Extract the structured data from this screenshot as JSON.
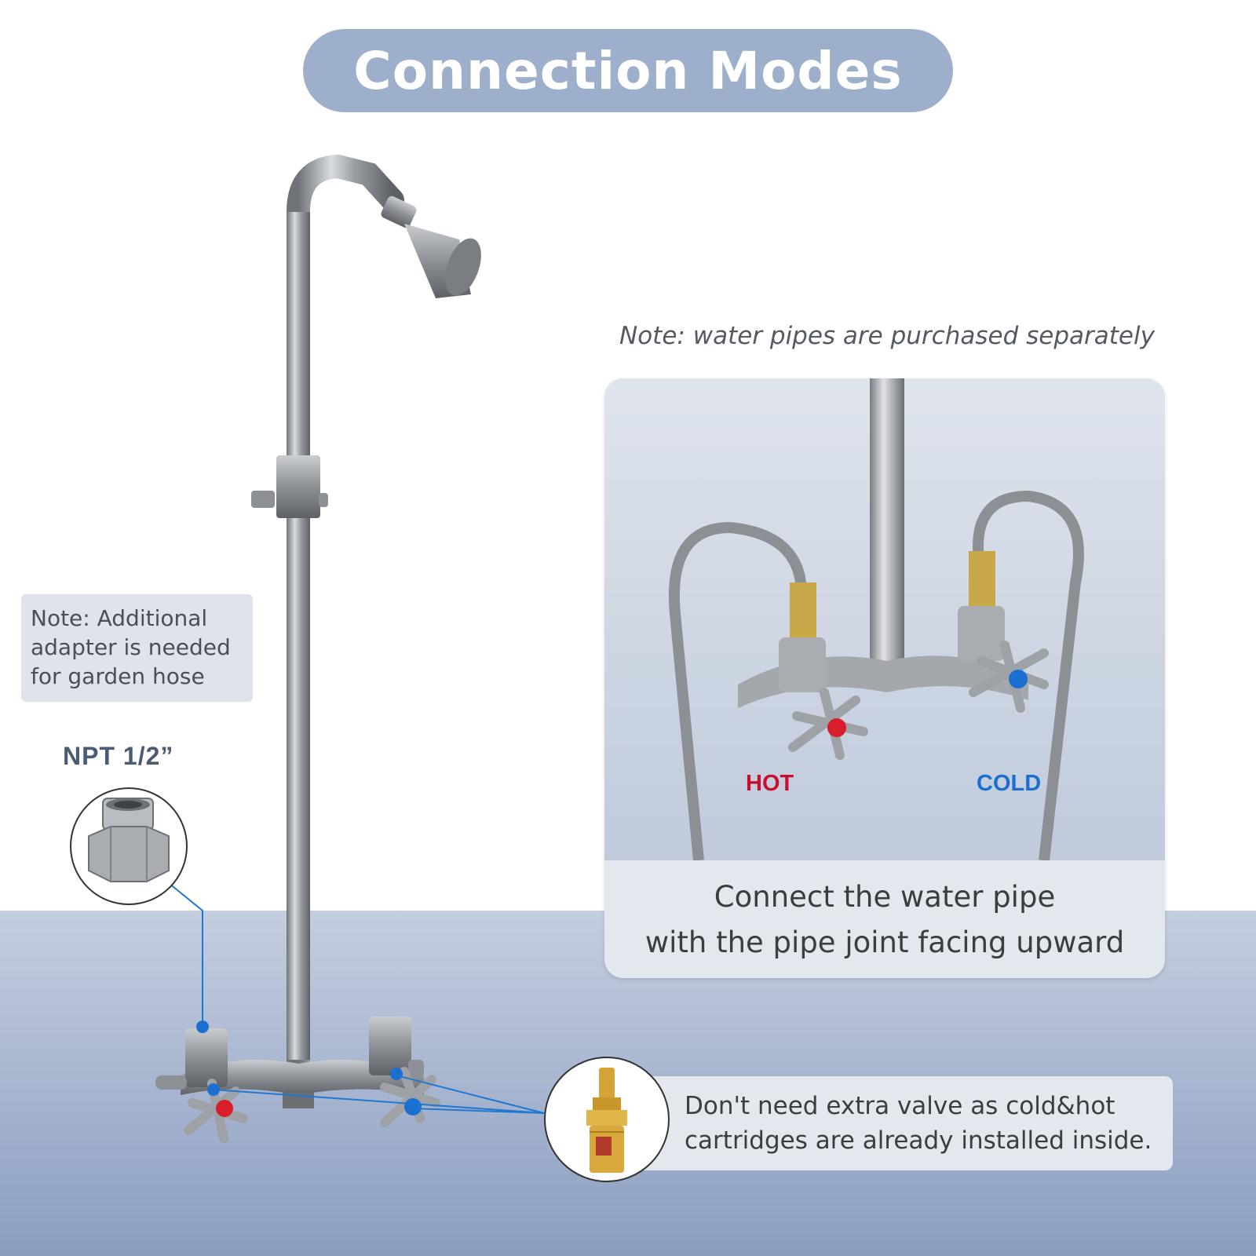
{
  "title": "Connection Modes",
  "note_pipes": "Note: water pipes are purchased separately",
  "adapter_note": {
    "line1": "Note: Additional",
    "line2": "adapter is needed",
    "line3": "for garden hose"
  },
  "thread_label": "NPT 1/2”",
  "panel": {
    "hot_label": "HOT",
    "cold_label": "COLD",
    "caption_line1": "Connect the water pipe",
    "caption_line2": "with the pipe joint facing upward"
  },
  "cartridge_note": {
    "line1": "Don't need extra valve as cold&hot",
    "line2": "cartridges are already installed inside."
  },
  "colors": {
    "title_pill": "#9dafca",
    "hot": "#c8102e",
    "cold": "#1b6fd1",
    "callout_line": "#1f78d1"
  },
  "icons": [
    "shower-head-icon",
    "pipe-adapter-icon",
    "valve-cartridge-icon",
    "cross-handle-icon"
  ]
}
